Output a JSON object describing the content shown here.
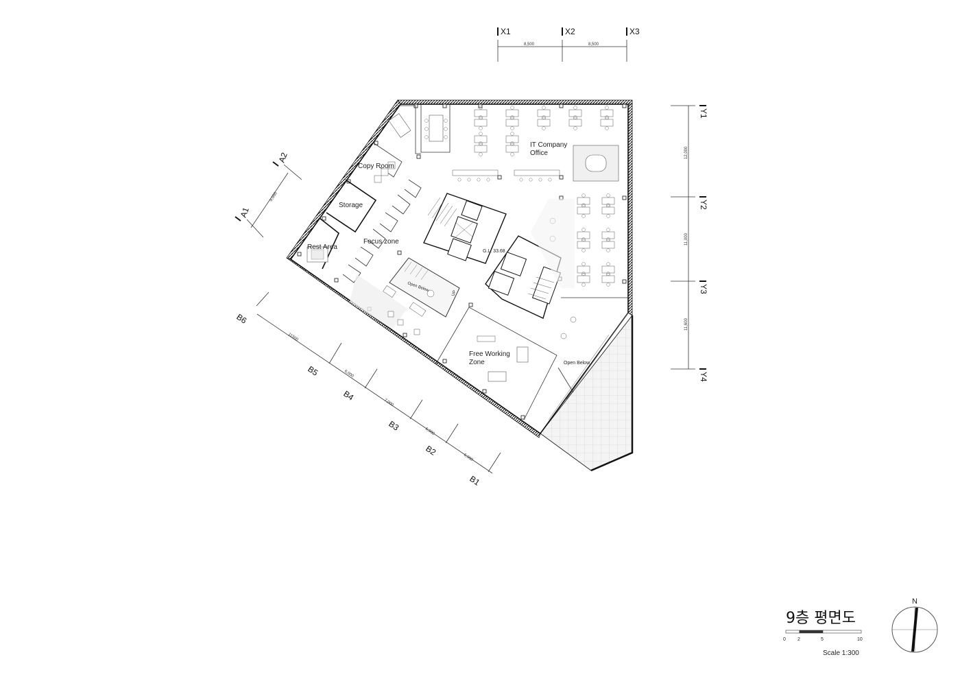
{
  "grid": {
    "x": [
      "X1",
      "X2",
      "X3"
    ],
    "x_dims": [
      "8,500",
      "8,500"
    ],
    "y": [
      "Y1",
      "Y2",
      "Y3",
      "Y4"
    ],
    "y_dims": [
      "12,000",
      "11,000",
      "11,600"
    ],
    "a": [
      "A1",
      "A2"
    ],
    "a_dims": [
      "9,000"
    ],
    "b": [
      "B6",
      "B5",
      "B4",
      "B3",
      "B2",
      "B1"
    ],
    "b_dims": [
      "11500",
      "6,000",
      "7,000",
      "6,000",
      "6,900"
    ]
  },
  "rooms": {
    "copy_room": "Copy Room",
    "storage": "Storage",
    "rest_area": "Rest Area",
    "focus_zone": "Focus zone",
    "it_office_line1": "IT Company",
    "it_office_line2": "Office",
    "free_line1": "Free Working",
    "free_line2": "Zone",
    "open_below_1": "Open Below",
    "open_below_2": "Open Below",
    "gl": "G.L. 33.68",
    "up": "UP"
  },
  "title_block": {
    "title": "9층 평면도",
    "scale_ticks": [
      "0",
      "2",
      "5",
      "10"
    ],
    "scale": "Scale  1:300",
    "north": "N"
  }
}
